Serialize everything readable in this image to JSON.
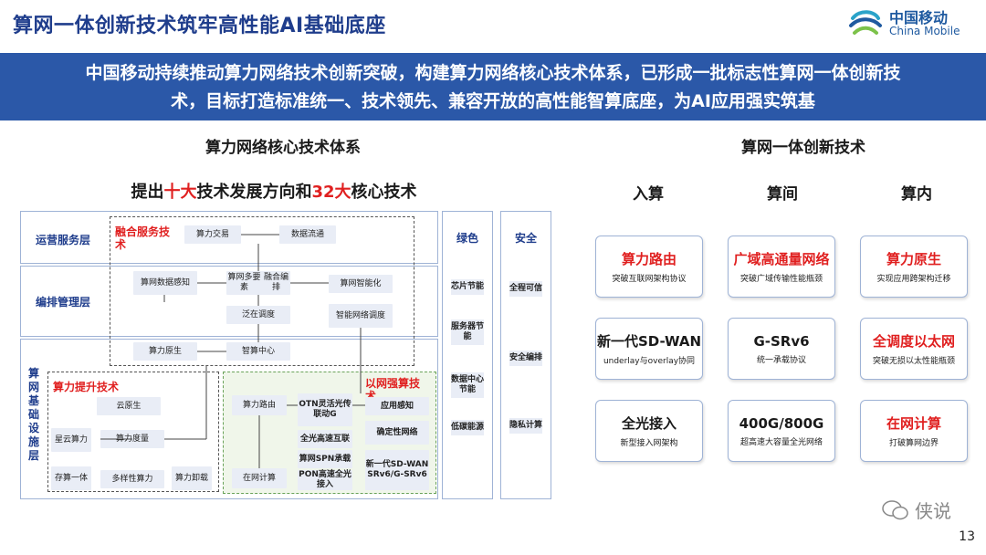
{
  "title": "算网一体创新技术筑牢高性能AI基础底座",
  "logo": {
    "cn": "中国移动",
    "en": "China Mobile"
  },
  "banner": {
    "line1": "中国移动持续推动算力网络技术创新突破，构建算力网络核心技术体系，已形成一批标志性算网一体创新技",
    "line2": "术，目标打造标准统一、技术领先、兼容开放的高性能智算底座，为AI应用强实筑基"
  },
  "left": {
    "title": "算力网络核心技术体系",
    "subtitle": {
      "p1": "提出",
      "r1": "十大",
      "p2": "技术发展方向和",
      "r2": "32大",
      "p3": "核心技术"
    },
    "bands": {
      "ops": "运营服务层",
      "orch": "编排管理层",
      "infra_chars": [
        "算",
        "网",
        "基",
        "础",
        "设",
        "施",
        "层"
      ]
    },
    "labels": {
      "fusion": "融合服务技",
      "fusion2": "术",
      "power": "算力提升技术",
      "netpower": "以网强算技",
      "netpower2": "术"
    },
    "cells": {
      "trade": "算力交易",
      "flow": "数据流通",
      "perceive1": "算网数据感",
      "perceive2": "知",
      "multi1": "算网多要素",
      "multi2": "融合编排",
      "smart": "算网智能化",
      "ubiq": "泛在调度",
      "intel1": "智能网络",
      "intel2": "调度",
      "native": "算力原生",
      "center": "智算中心",
      "cloud": "云原生",
      "star1": "星云算",
      "star2": "力",
      "measure": "算力度量",
      "storage1": "存算一",
      "storage2": "体",
      "diverse": "多样性算力",
      "unload1": "算力卸",
      "unload2": "载",
      "route": "算力路由",
      "innet": "在网计算",
      "otn": "OTN灵活光传联动G",
      "fullopt": "全光高速互联",
      "spn": "算网SPN承载",
      "pon": "PON高速全光接入",
      "appaware": "应用感知",
      "determ1": "确定性网",
      "determ2": "络",
      "sdwan": "新一代SD-WAN SRv6/G-SRv6"
    },
    "green": {
      "head": "绿色",
      "items": [
        "芯片节能",
        "服务器节能",
        "数据中心节能",
        "低碳能源"
      ]
    },
    "security": {
      "head": "安全",
      "items": [
        "全程可信",
        "安全编排",
        "隐私计算"
      ]
    }
  },
  "right": {
    "title": "算网一体创新技术",
    "cols": [
      "入算",
      "算间",
      "算内"
    ],
    "cards": [
      {
        "title": "算力路由",
        "desc": "突破互联网架构协议",
        "red": true
      },
      {
        "title": "广域高通量网络",
        "desc": "突破广域传输性能瓶颈",
        "red": true
      },
      {
        "title": "算力原生",
        "desc": "实现应用跨架构迁移",
        "red": true
      },
      {
        "title": "新一代SD-WAN",
        "desc": "underlay与overlay协同",
        "red": false
      },
      {
        "title": "G-SRv6",
        "desc": "统一承载协议",
        "red": false
      },
      {
        "title": "全调度以太网",
        "desc": "突破无损以太性能瓶颈",
        "red": true
      },
      {
        "title": "全光接入",
        "desc": "新型接入网架构",
        "red": false
      },
      {
        "title": "400G/800G",
        "desc": "超高速大容量全光网络",
        "red": false
      },
      {
        "title": "在网计算",
        "desc": "打破算网边界",
        "red": true
      }
    ]
  },
  "watermark": "侠说",
  "page": "13",
  "colors": {
    "brand": "#2b58a8",
    "accent": "#e02020",
    "title": "#1f3d8c"
  }
}
